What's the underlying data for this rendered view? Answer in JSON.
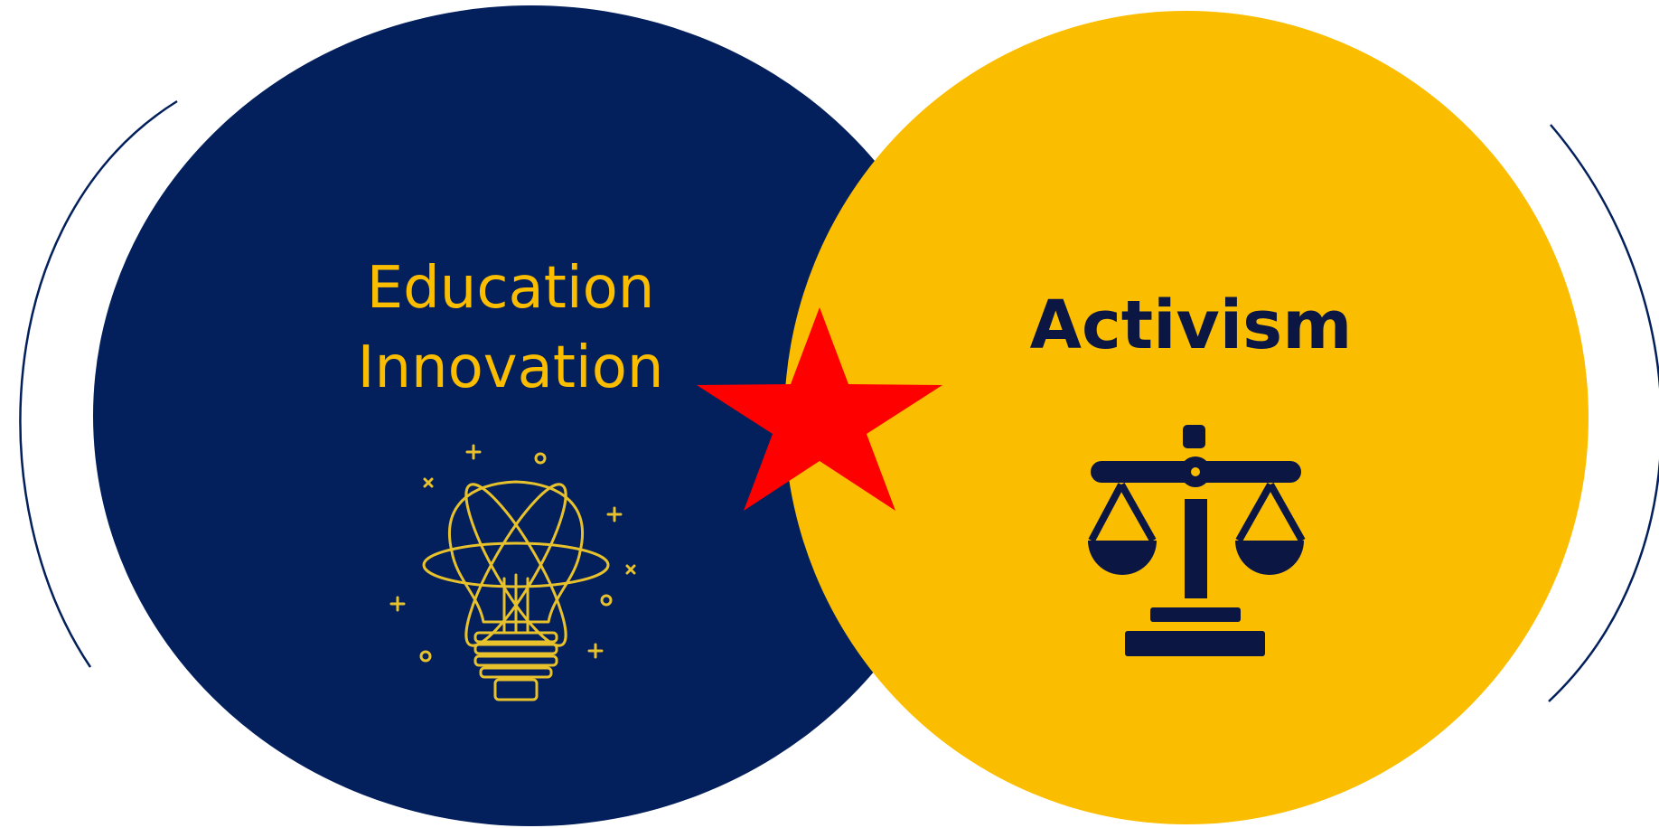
{
  "colors": {
    "navy": "#03205C",
    "gold": "#FBBD00",
    "star": "#FF0000",
    "icon_navy": "#0B1642",
    "icon_gold": "#E8C22C",
    "arc": "#03205C"
  },
  "left_circle": {
    "line1": "Education",
    "line2": "Innovation",
    "icon": "lightbulb-atom-icon"
  },
  "right_circle": {
    "title": "Activism",
    "icon": "scales-of-justice-icon"
  },
  "center": {
    "icon": "star-icon"
  }
}
